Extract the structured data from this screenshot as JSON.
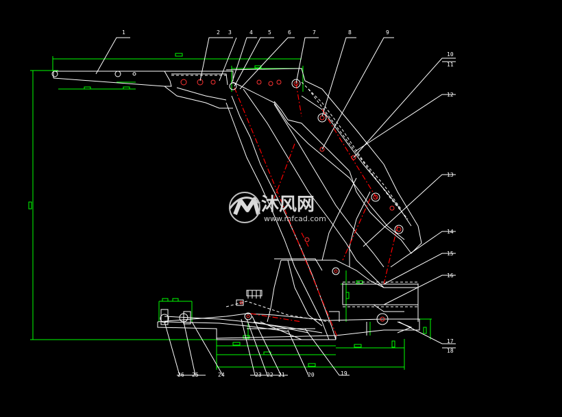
{
  "colors": {
    "background": "#000000",
    "outline": "#ffffff",
    "dimension": "#00ff00",
    "centerline": "#ff0000",
    "pin": "#ff3333",
    "watermark": "#d9d9d9"
  },
  "part_labels": [
    "1",
    "2",
    "3",
    "4",
    "5",
    "6",
    "7",
    "8",
    "9",
    "10",
    "11",
    "12",
    "13",
    "14",
    "15",
    "16",
    "17",
    "18",
    "19",
    "20",
    "21",
    "22",
    "23",
    "24",
    "25",
    "26"
  ],
  "watermark": {
    "brand": "沐风网",
    "url": "www.mfcad.com"
  }
}
